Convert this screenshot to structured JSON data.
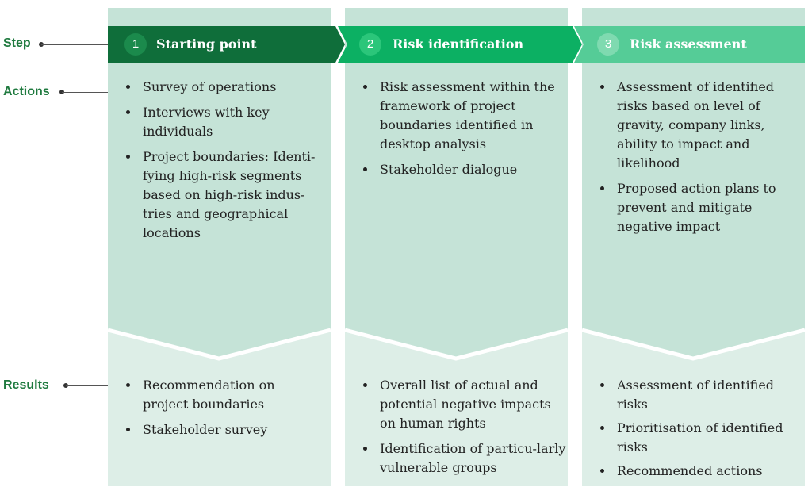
{
  "labels": {
    "step": "Step",
    "actions": "Actions",
    "results": "Results"
  },
  "colors": {
    "upper_panel": "#c5e3d7",
    "lower_panel": "#ddeee7",
    "step1_bar": "#0f6e3a",
    "step2_bar": "#0cb063",
    "step3_bar": "#55cc97",
    "label_green": "#1f7a3f"
  },
  "steps": [
    {
      "number": "1",
      "title": "Starting point",
      "actions": [
        "Survey of operations",
        "Interviews with key individuals",
        "Project boundaries: Identi-fying high-risk segments based on high-risk indus-tries and geographical locations"
      ],
      "results": [
        "Recommendation on project boundaries",
        "Stakeholder survey"
      ]
    },
    {
      "number": "2",
      "title": "Risk identification",
      "actions": [
        "Risk assessment within the framework of project boundaries identified in desktop analysis",
        "Stakeholder dialogue"
      ],
      "results": [
        "Overall list of actual and potential negative impacts on human rights",
        "Identification of particu-larly vulnerable groups"
      ]
    },
    {
      "number": "3",
      "title": "Risk assessment",
      "actions": [
        "Assessment of identified risks based on level of gravity, company links, ability to impact and likelihood",
        "Proposed action plans to prevent and mitigate negative impact"
      ],
      "results": [
        "Assessment of identified risks",
        "Prioritisation of identified risks",
        "Recommended actions"
      ]
    }
  ]
}
